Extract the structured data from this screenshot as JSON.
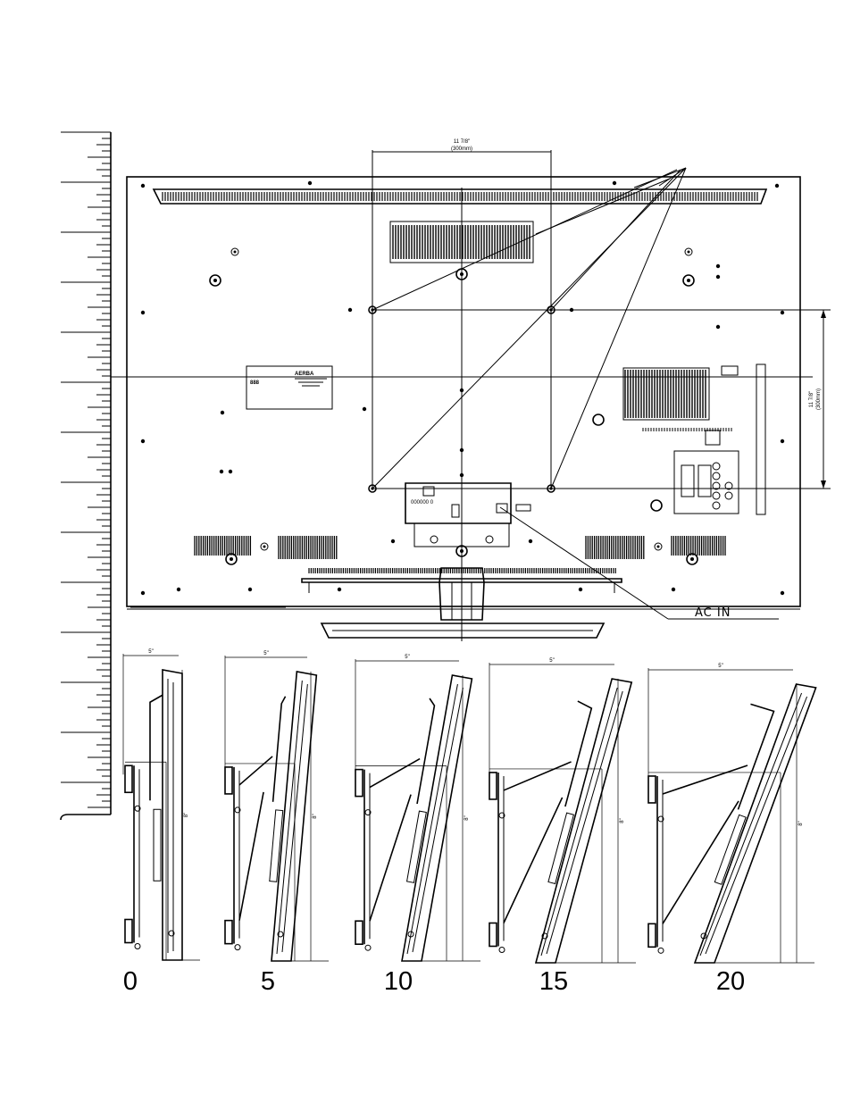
{
  "drawing": {
    "vesa_horizontal_inch": "11 7/8\"",
    "vesa_horizontal_mm": "(300mm)",
    "vesa_vertical_inch": "11 7/8\"",
    "vesa_vertical_mm": "(300mm)",
    "connector_label": "AC IN",
    "brand_badge": "AERBA",
    "digits_left": "888",
    "digits_right": "888",
    "panel_code": "000000 0",
    "tilt_dim_label": "5\"",
    "tilt_height_label": "8\"",
    "tilt_angles": [
      "0",
      "5",
      "10",
      "15",
      "20"
    ]
  }
}
